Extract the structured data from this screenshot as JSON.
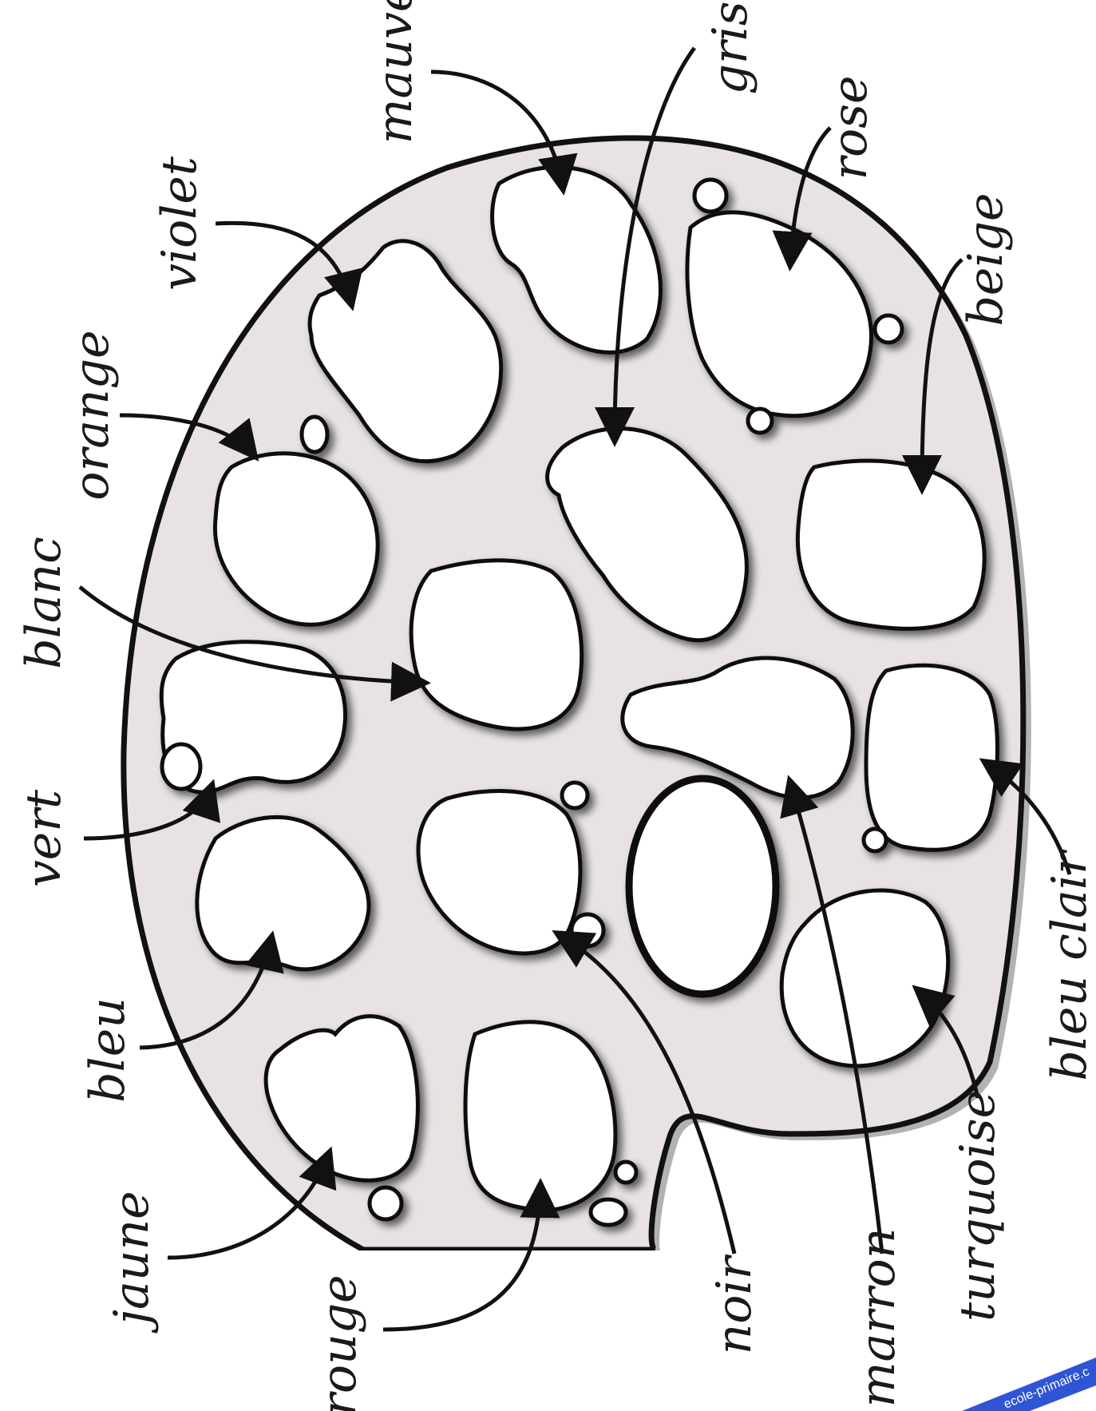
{
  "colors": {
    "palette_fill": "#e8e3e2",
    "outline": "#111111",
    "blob_fill": "#ffffff",
    "ribbon": "#2f55d4"
  },
  "labels": {
    "mauve": "mauve",
    "gris": "gris",
    "rose": "rose",
    "violet": "violet",
    "beige": "beige",
    "orange": "orange",
    "blanc": "blanc",
    "vert": "vert",
    "bleu": "bleu",
    "bleu_clair": "bleu clair",
    "jaune": "jaune",
    "rouge": "rouge",
    "noir": "noir",
    "marron": "marron",
    "turquoise": "turquoise"
  },
  "watermark": "ecole-primaire.c"
}
